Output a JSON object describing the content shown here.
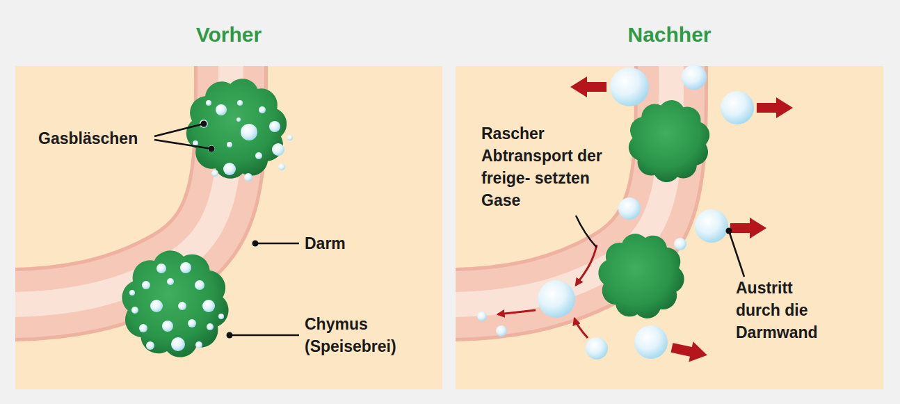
{
  "diagram": {
    "nodes": [
      {
        "text": [
          "Vorher"
        ]
      },
      {
        "text": [
          "Nachher"
        ]
      }
    ],
    "labels": [
      "Gasbläschen",
      "Darm",
      "Chymus (Speisebrei)",
      "Rascher Abtransport der freige- setzten Gase",
      "Austritt durch die Darmwand"
    ]
  }
}
